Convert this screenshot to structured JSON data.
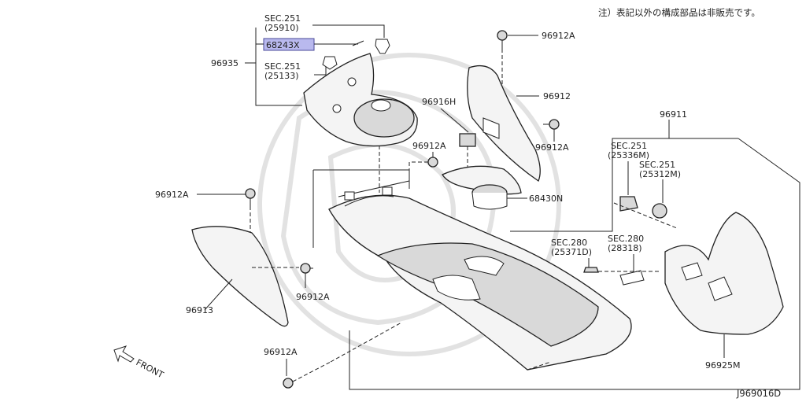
{
  "note": "注）表記以外の構成部品は非販売です。",
  "diagram_code": "J969016D",
  "front_label": "FRONT",
  "labels": {
    "sec251_a": "SEC.251",
    "ref_25910": "(25910)",
    "part_68243X": "68243X",
    "part_96935": "96935",
    "sec251_b": "SEC.251",
    "ref_25133": "(25133)",
    "part_96912A_top": "96912A",
    "part_96912": "96912",
    "part_96916H": "96916H",
    "part_96912A_mid": "96912A",
    "part_96912A_right": "96912A",
    "part_96911": "96911",
    "sec251_c": "SEC.251",
    "ref_25336M": "(25336M)",
    "sec251_d": "SEC.251",
    "ref_25312M": "(25312M)",
    "part_68430N": "68430N",
    "part_96912A_left": "96912A",
    "sec280_a": "SEC.280",
    "ref_25371D": "(25371D)",
    "sec280_b": "SEC.280",
    "ref_28318": "(28318)",
    "part_96912A_lower": "96912A",
    "part_96913": "96913",
    "part_96912A_bottom": "96912A",
    "part_96925M": "96925M"
  },
  "highlight_color": "#b9b9ee"
}
